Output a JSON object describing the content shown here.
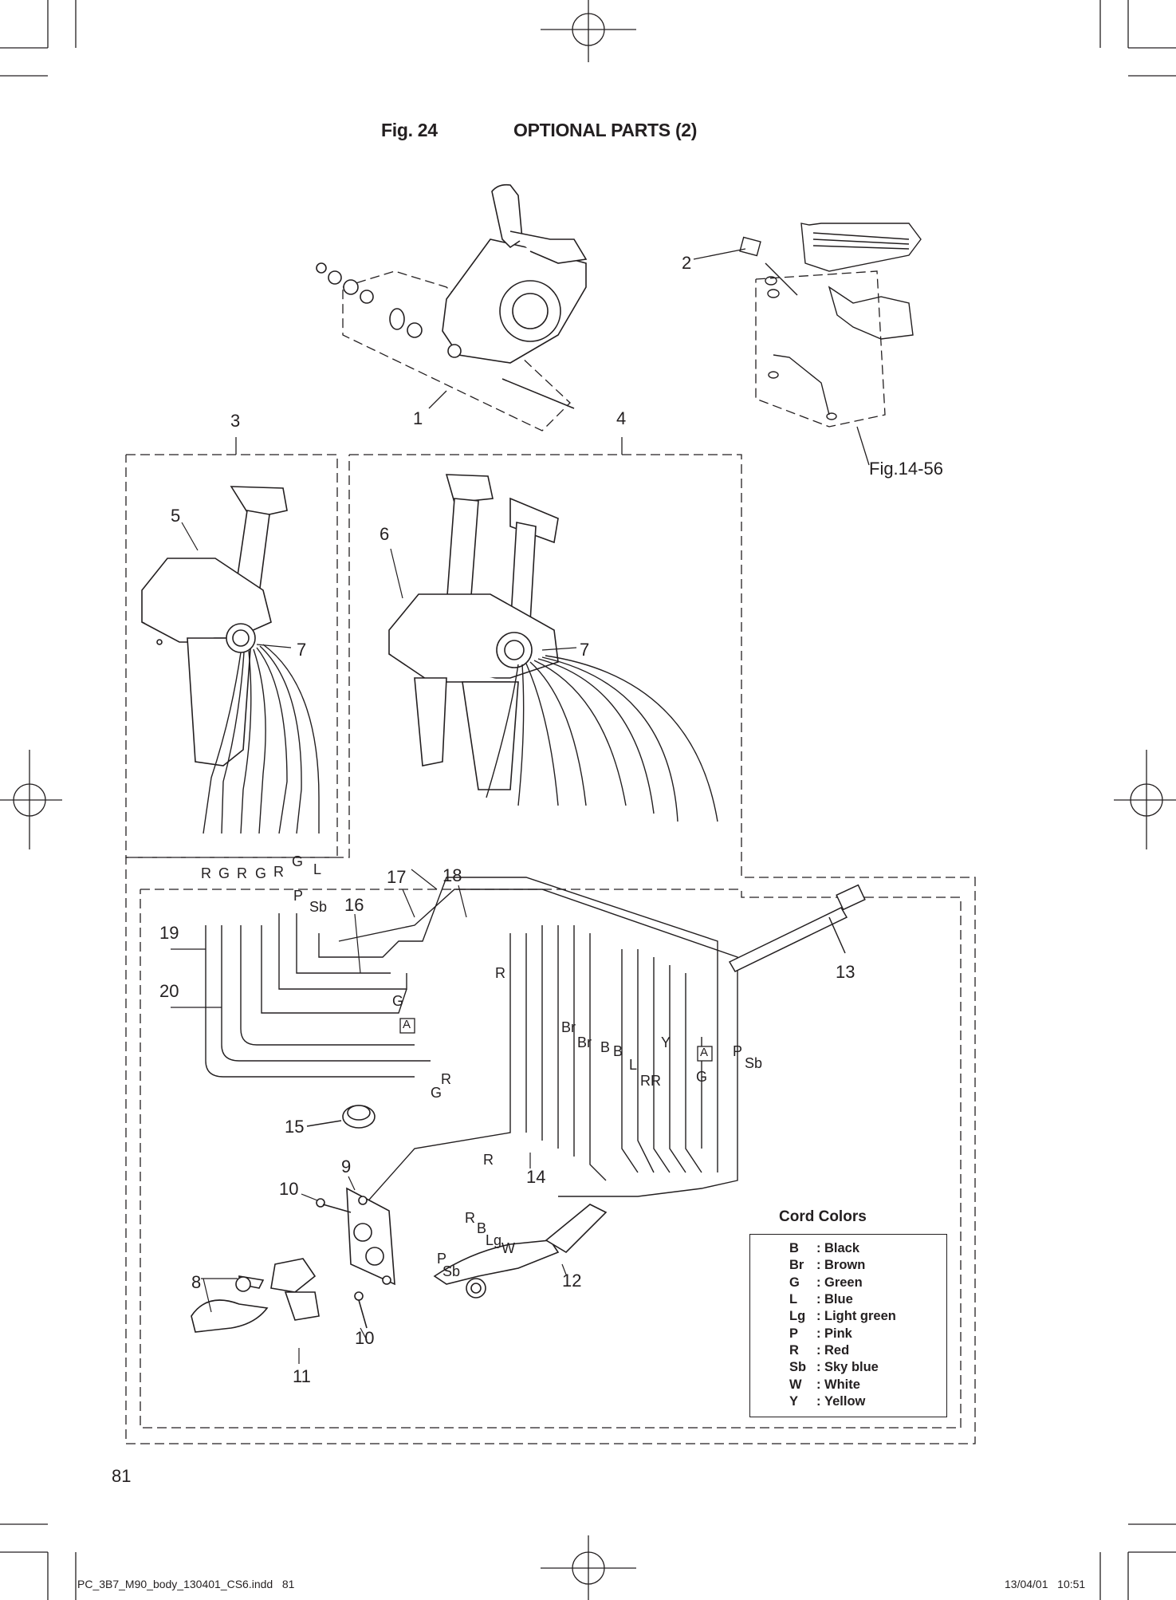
{
  "figure": {
    "number": "Fig. 24",
    "title": "OPTIONAL PARTS (2)"
  },
  "part_numbers": {
    "p1": "1",
    "p2": "2",
    "p3": "3",
    "p4": "4",
    "p5": "5",
    "p6": "6",
    "p7a": "7",
    "p7b": "7",
    "p8": "8",
    "p9": "9",
    "p10a": "10",
    "p10b": "10",
    "p11": "11",
    "p12": "12",
    "p13": "13",
    "p14": "14",
    "p15": "15",
    "p16": "16",
    "p17": "17",
    "p18": "18",
    "p19": "19",
    "p20": "20"
  },
  "reference": "Fig.14-56",
  "wire_labels": {
    "top_row": [
      "R",
      "G",
      "R",
      "G",
      "R",
      "G",
      "L"
    ],
    "p": "P",
    "sb": "Sb",
    "g_a": "G",
    "r_mid": "R",
    "g_low": "G",
    "r_low": "R",
    "r_bottom": "R",
    "br1": "Br",
    "br2": "Br",
    "b1": "B",
    "b2": "B",
    "l": "L",
    "y": "Y",
    "rr": "RR",
    "p_right": "P",
    "sb_right": "Sb",
    "g_right": "G",
    "conn_r": "R",
    "conn_b": "B",
    "conn_lg": "Lg",
    "conn_w": "W",
    "conn_p": "P",
    "conn_sb": "Sb",
    "box_a1": "A",
    "box_a2": "A"
  },
  "cord_colors": {
    "title": "Cord Colors",
    "items": [
      {
        "code": "B",
        "name": "Black"
      },
      {
        "code": "Br",
        "name": "Brown"
      },
      {
        "code": "G",
        "name": "Green"
      },
      {
        "code": "L",
        "name": "Blue"
      },
      {
        "code": "Lg",
        "name": "Light green"
      },
      {
        "code": "P",
        "name": "Pink"
      },
      {
        "code": "R",
        "name": "Red"
      },
      {
        "code": "Sb",
        "name": "Sky blue"
      },
      {
        "code": "W",
        "name": "White"
      },
      {
        "code": "Y",
        "name": "Yellow"
      }
    ]
  },
  "page_number": "81",
  "footer": {
    "file": "PC_3B7_M90_body_130401_CS6.indd   81",
    "timestamp": "13/04/01   10:51"
  }
}
